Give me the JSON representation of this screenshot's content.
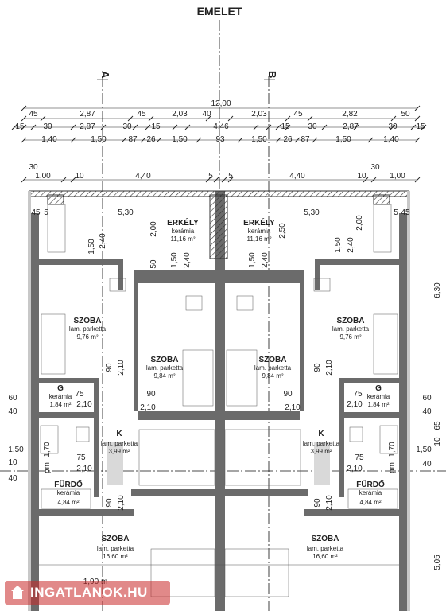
{
  "title": "EMELET",
  "axes": {
    "a": "A",
    "b": "B"
  },
  "dims": {
    "total": "12,00",
    "row1": [
      "45",
      "2,87",
      "45",
      "2,03",
      "40",
      "2,03",
      "45",
      "2,82",
      "50"
    ],
    "row2": [
      "15",
      "30",
      "2,87",
      "30",
      "15",
      "4,46",
      "15",
      "30",
      "2,87",
      "30",
      "15"
    ],
    "row3": [
      "1,40",
      "1,50",
      "87",
      "26",
      "1,50",
      "93",
      "1,50",
      "26",
      "87",
      "1,50",
      "1,40"
    ],
    "row4": [
      "30",
      "30",
      "1,00",
      "10",
      "4,40",
      "5",
      "5",
      "4,40",
      "10",
      "1,00"
    ]
  },
  "inner_dims": {
    "d45a": "45",
    "d5a": "5",
    "d530a": "5,30",
    "d530b": "5,30",
    "d5b": "5",
    "d45b": "45",
    "d200a": "2,00",
    "d250a": "2,50",
    "d200b": "2,00",
    "d150a": "1,50",
    "d240a": "2,40",
    "d150b": "1,50",
    "d240b": "2,40",
    "d150c": "1,50",
    "d240c": "2,40",
    "d150d": "1,50",
    "d240d": "2,40",
    "d50a": "50",
    "d90a": "90",
    "d210a": "2,10",
    "d90b": "90",
    "d210b": "2,10",
    "d90c": "90",
    "d210c": "2,10",
    "d90d": "90",
    "d210d": "2,10",
    "d75a": "75",
    "d210e": "2,10",
    "d75b": "75",
    "d210f": "2,10",
    "d170a": "1,70",
    "d75c": "75",
    "d210g": "2,10",
    "d170b": "1,70",
    "d75d": "75",
    "d210h": "2,10",
    "d90e": "90",
    "d210i": "2,10",
    "d90f": "90",
    "d210j": "2,10",
    "d190": "1,90 m",
    "pm1": "pm",
    "pm2": "pm"
  },
  "left_dims": {
    "l60": "60",
    "l40a": "40",
    "l150": "1,50",
    "l10": "10",
    "l40b": "40"
  },
  "right_dims": {
    "r630": "6,30",
    "r60": "60",
    "r40": "40",
    "r65": "65",
    "r10": "10",
    "r150": "1,50",
    "r40b": "40",
    "r505": "5,05"
  },
  "rooms": [
    {
      "name": "ERKÉLY",
      "material": "kerámia",
      "area": "11,16 m²"
    },
    {
      "name": "ERKÉLY",
      "material": "kerámia",
      "area": "11,16 m²"
    },
    {
      "name": "SZOBA",
      "material": "lam. parketta",
      "area": "9,76 m²"
    },
    {
      "name": "SZOBA",
      "material": "lam. parketta",
      "area": "9,76 m²"
    },
    {
      "name": "SZOBA",
      "material": "lam. parketta",
      "area": "9,84 m²"
    },
    {
      "name": "SZOBA",
      "material": "lam. parketta",
      "area": "9,84 m²"
    },
    {
      "name": "G",
      "material": "kerámia",
      "area": "1,84 m²"
    },
    {
      "name": "G",
      "material": "kerámia",
      "area": "1,84 m²"
    },
    {
      "name": "K",
      "material": "lam. parketta",
      "area": "3,99 m²"
    },
    {
      "name": "K",
      "material": "lam. parketta",
      "area": "3,99 m²"
    },
    {
      "name": "FÜRDŐ",
      "material": "kerámia",
      "area": "4,84 m²"
    },
    {
      "name": "FÜRDŐ",
      "material": "kerámia",
      "area": "4,84 m²"
    },
    {
      "name": "SZOBA",
      "material": "lam. parketta",
      "area": "16,60 m²"
    },
    {
      "name": "SZOBA",
      "material": "lam. parketta",
      "area": "16,60 m²"
    }
  ],
  "watermark": "INGATLANOK.HU",
  "colors": {
    "wall": "#6b6b6b",
    "line": "#222222",
    "watermark": "#c82828"
  }
}
